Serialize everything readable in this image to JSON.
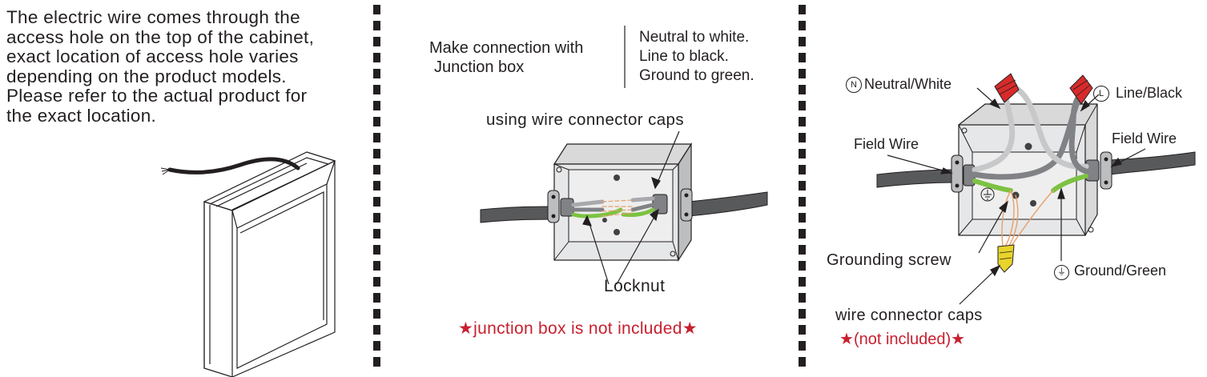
{
  "intro_lines": [
    "The electric wire comes through the",
    "access hole on the top of the cabinet,",
    "exact location of access hole varies",
    "depending on the product models.",
    "Please refer to the actual product for",
    "the exact location."
  ],
  "middle": {
    "make_connection_l1": "Make connection with",
    "make_connection_l2": "Junction box",
    "rule_l1": "Neutral to white.",
    "rule_l2": "Line to black.",
    "rule_l3": "Ground to green.",
    "caps_label": "using wire connector  caps",
    "locknut_label": "Locknut",
    "not_included_text": "junction  box is not included"
  },
  "right": {
    "neutral_symbol": "N",
    "neutral_label": "Neutral/White",
    "line_symbol": "L",
    "line_label": "Line/Black",
    "field_wire_left": "Field Wire",
    "field_wire_right": "Field Wire",
    "grounding_screw": "Grounding screw",
    "ground_label": "Ground/Green",
    "caps_label": "wire connector caps",
    "not_included": "(not included)"
  },
  "star_glyph": "★",
  "colors": {
    "text": "#231f20",
    "red_note": "#c8202f",
    "green_wire": "#7dc242",
    "copper_wire": "#e7a06b",
    "cap_red": "#d72b2b",
    "cap_yellow": "#e8d42a",
    "box_fill": "#e6e7e8"
  }
}
